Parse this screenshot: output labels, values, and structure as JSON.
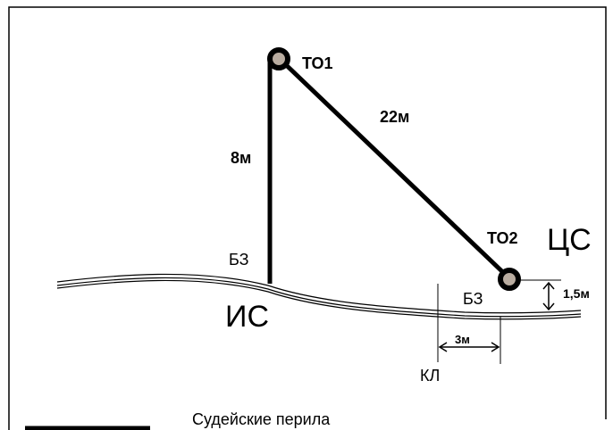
{
  "labels": {
    "to1": "ТО1",
    "to2": "ТО2",
    "len_22": "22м",
    "len_8": "8м",
    "bz_left": "БЗ",
    "bz_right": "БЗ",
    "is": "ИС",
    "cs": "ЦС",
    "height_1_5": "1,5м",
    "dist_3": "3м",
    "kl": "КЛ"
  },
  "legend": {
    "judge_rails": "Судейские перила"
  },
  "colors": {
    "line": "#000000",
    "node_fill": "#b9aca0"
  }
}
